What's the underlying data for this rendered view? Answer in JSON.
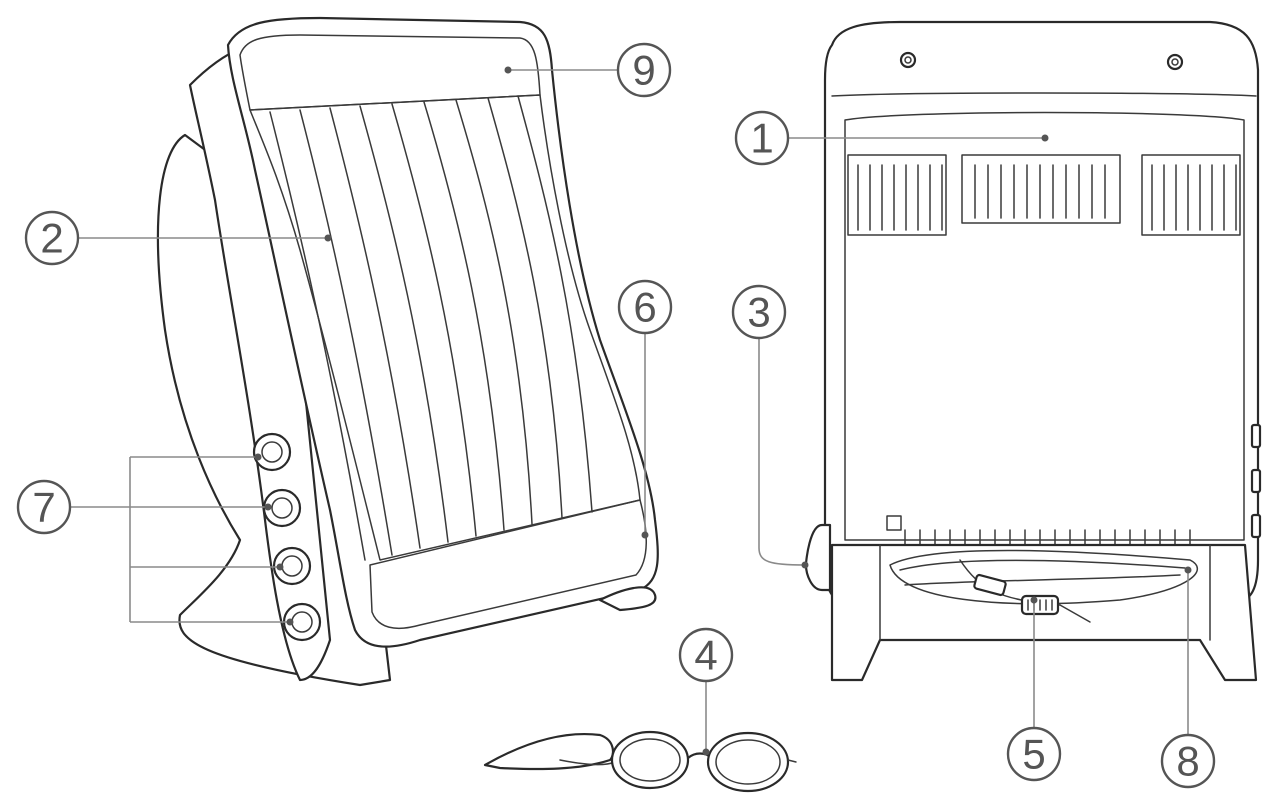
{
  "callouts": [
    {
      "id": "1",
      "label": "1"
    },
    {
      "id": "2",
      "label": "2"
    },
    {
      "id": "3",
      "label": "3"
    },
    {
      "id": "4",
      "label": "4"
    },
    {
      "id": "5",
      "label": "5"
    },
    {
      "id": "6",
      "label": "6"
    },
    {
      "id": "7",
      "label": "7"
    },
    {
      "id": "8",
      "label": "8"
    },
    {
      "id": "9",
      "label": "9"
    }
  ],
  "colors": {
    "ink": "#2a2a2a",
    "callout": "#555555",
    "leader": "#8a8a8a",
    "background": "#ffffff"
  }
}
